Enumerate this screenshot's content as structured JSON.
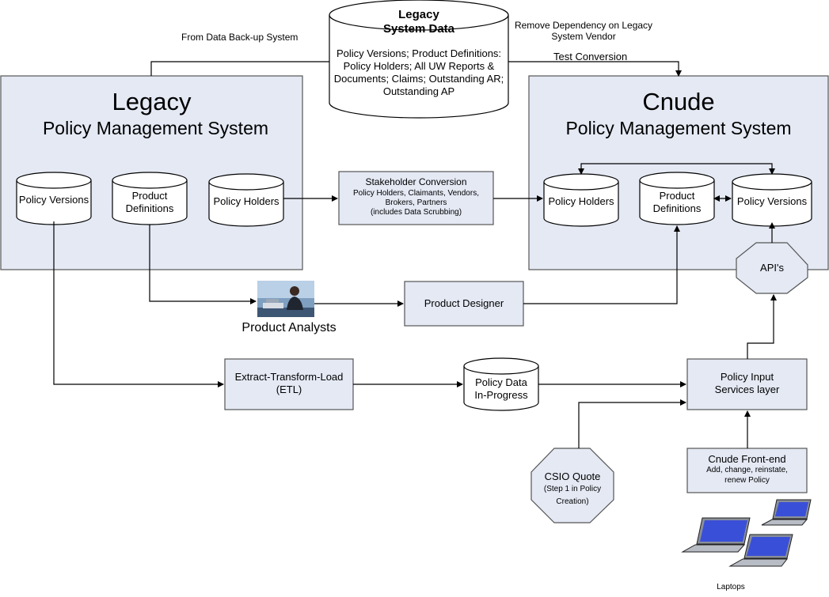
{
  "legacy_system": {
    "title": "Legacy",
    "subtitle": "Policy Management System"
  },
  "cnude_system": {
    "title": "Cnude",
    "subtitle": "Policy Management System"
  },
  "legacy_data": {
    "title_line1": "Legacy",
    "title_line2": "System Data",
    "lines": [
      "Policy Versions; Product Definitions:",
      "Policy Holders; All UW Reports &",
      "Documents; Claims; Outstanding AR;",
      "Outstanding AP"
    ]
  },
  "edge_labels": {
    "from_backup": "From Data Back-up System",
    "remove_dependency_line1": "Remove Dependency on Legacy",
    "remove_dependency_line2": "System Vendor",
    "test_conversion": "Test Conversion"
  },
  "legacy_dbs": {
    "policy_versions": "Policy Versions",
    "product_definitions_line1": "Product",
    "product_definitions_line2": "Definitions",
    "policy_holders": "Policy Holders"
  },
  "cnude_dbs": {
    "policy_holders": "Policy Holders",
    "product_definitions_line1": "Product",
    "product_definitions_line2": "Definitions",
    "policy_versions": "Policy Versions"
  },
  "stakeholder_conversion": {
    "title": "Stakeholder  Conversion",
    "lines": [
      "Policy Holders, Claimants, Vendors,",
      "Brokers, Partners",
      "(includes Data Scrubbing)"
    ]
  },
  "product_analysts": "Product Analysts",
  "product_designer": "Product Designer",
  "apis": "API's",
  "etl": {
    "line1": "Extract-Transform-Load",
    "line2": "(ETL)"
  },
  "policy_data": {
    "line1": "Policy Data",
    "line2": "In-Progress"
  },
  "policy_input": {
    "line1": "Policy Input",
    "line2": "Services layer"
  },
  "csio_quote": {
    "line1": "CSIO Quote",
    "line2": "(Step 1 in Policy",
    "line3": "Creation)"
  },
  "front_end": {
    "title": "Cnude Front-end",
    "line1": "Add, change, reinstate,",
    "line2": "renew Policy"
  },
  "laptops": "Laptops",
  "colors": {
    "box_fill": "#e4e9f4",
    "border": "#555555",
    "laptop_screen": "#3a4fd8"
  }
}
